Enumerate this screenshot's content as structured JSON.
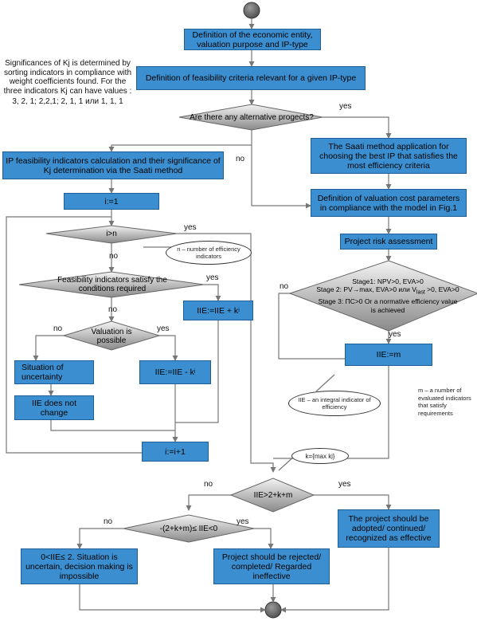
{
  "boxes": {
    "definition_entity": "Definition of the economic entity, valuation purpose and IP-type",
    "definition_criteria": "Definition of feasibility criteria relevant for a given IP-type",
    "saati_application": "The Saati method application for choosing the best IP that satisfies the most efficiency criteria",
    "ip_indicators": "IP feasibility indicators calculation and their significance of Kj determination via the Saati method",
    "valuation_cost": "Definition of valuation cost parameters in compliance with the model in Fig.1",
    "i_init": "i:=1",
    "risk_assessment": "Project risk assessment",
    "iie_plus": "IIE:=IIE + k",
    "iie_plus_sub": "i",
    "iie_minus": "IIE:=IIE - k",
    "iie_minus_sub": "i",
    "uncertainty": "Situation of uncertainty",
    "iie_nochange": "IIE does not change",
    "iie_m": "IIE:=m",
    "i_incr": "i:=i+1",
    "adopted": "The project should be adopted/ continued/ recognized as effective",
    "uncertain_result": "0<IIE≤ 2. Situation is uncertain, decision making is impossible",
    "rejected": "Project should be rejected/ completed/ Regarded ineffective"
  },
  "decisions": {
    "alternatives": "Are there any alternative progects?",
    "i_gt_n": "i>n",
    "feasibility": "Feasibility indicators satisfy the conditions required",
    "valuation_possible": "Valuation is possible",
    "stages_1": "Stage1: NPV>0, EVA>0",
    "stages_2": "Stage 2: PV→max, EVA>0 или V",
    "stages_2_sub": "last",
    "stages_2b": " >0, EVA>0",
    "stages_3": "Stage 3: ПС>0 Or a normative efficiency value is achieved",
    "iie_gt": "IIE>2+k+m",
    "range": "-(2+k+m)≤ IIE<0"
  },
  "labels": {
    "yes": "yes",
    "no": "no"
  },
  "notes": {
    "significance": "Significances of Kj is determined by sorting indicators in compliance with weight coefficients found. For the three indicators Kj can have values :",
    "significance_values": "3, 2, 1; 2,2,1; 2, 1, 1 или 1, 1, 1",
    "n_def": "n – number of efficiency indicators",
    "iie_def": "IIE – an integral indicator of efficiency",
    "m_def": "m – a number of evaluated indicators that satisfy requirements",
    "k_def": "k={max k",
    "k_def_sub": "j",
    "k_def_end": "}"
  },
  "colors": {
    "box_fill": "#3b8fd0",
    "box_border": "#1f5f96",
    "node_fill": "#6f6f6f"
  }
}
